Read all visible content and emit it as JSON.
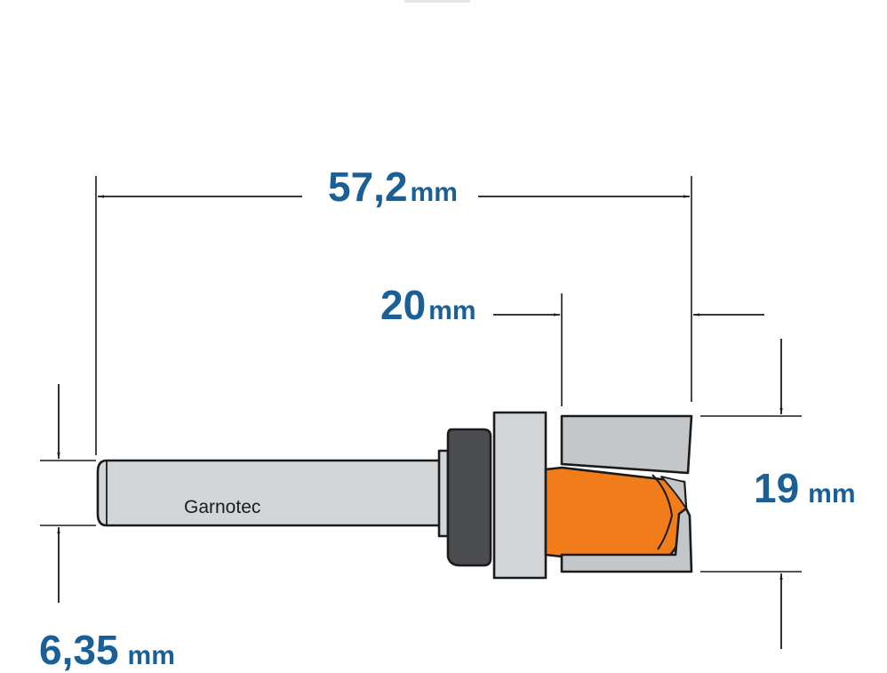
{
  "colors": {
    "dimension_text": "#1a5f96",
    "outline": "#1b1b1b",
    "steel": "#d3d6d9",
    "carbide": "#c4c7ca",
    "body_orange": "#f07d1a",
    "bearing": "#4a4c50",
    "top_tab": "#e6e6e6"
  },
  "dimensions": {
    "overall_length": {
      "value": "57,2",
      "unit": "mm"
    },
    "cutting_length": {
      "value": "20",
      "unit": "mm"
    },
    "cutting_diameter": {
      "value": "19",
      "unit": "mm"
    },
    "shank_diameter": {
      "value": "6,35",
      "unit": "mm"
    }
  },
  "bit": {
    "brand_label": "Garnotec"
  }
}
